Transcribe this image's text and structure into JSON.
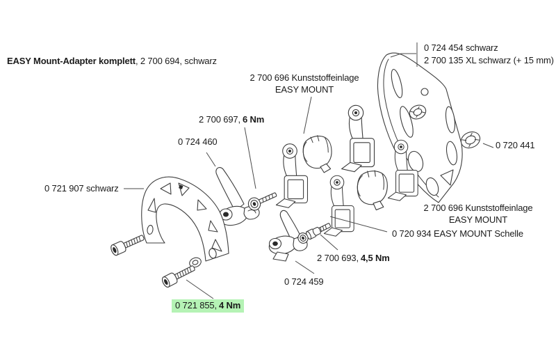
{
  "colors": {
    "highlight_green": "#b5f3b5",
    "line_color": "#3c3c3c",
    "text_color": "#1a1a1a"
  },
  "title": {
    "name_bold": "EASY Mount-Adapter komplett",
    "suffix": ", 2 700 694, schwarz"
  },
  "labels": {
    "insert_top": {
      "line1": "2 700 696 Kunststoffeinlage",
      "line2": "EASY MOUNT"
    },
    "plate": {
      "line1": "0 724 454 schwarz",
      "line2": "2 700 135 XL schwarz (+ 15 mm)"
    },
    "lever_bolt_top": {
      "part": "2 700 697,",
      "torque": "6 Nm"
    },
    "lever_top": {
      "part": "0 724 460"
    },
    "bracket": {
      "part": "0 721 907 schwarz"
    },
    "ring_nut": {
      "part": "0 720 441"
    },
    "insert_right": {
      "line1": "2 700 696 Kunststoffeinlage",
      "line2": "EASY MOUNT"
    },
    "clamp": {
      "part": "0 720 934 EASY MOUNT Schelle"
    },
    "clamp_bolt": {
      "part": "2 700 693,",
      "torque": "4,5 Nm"
    },
    "lever_bottom": {
      "part": "0 724 459"
    },
    "bracket_bolt_highlighted": {
      "part": "0 721 855,",
      "torque": "4 Nm"
    }
  }
}
